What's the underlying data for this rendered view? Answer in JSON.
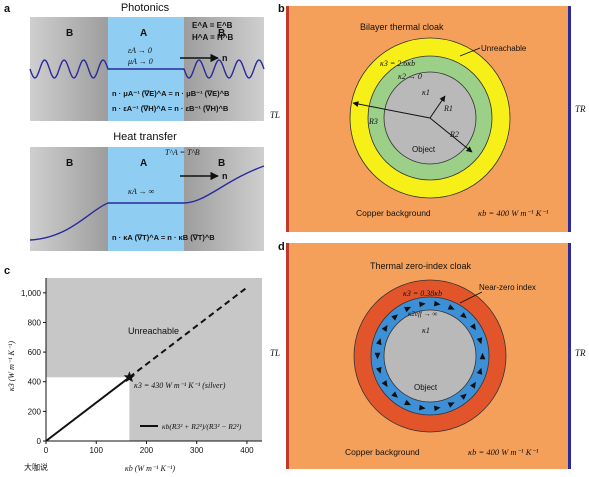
{
  "panel_labels": {
    "a": "a",
    "b": "b",
    "c": "c",
    "d": "d"
  },
  "panel_a": {
    "photonics_title": "Photonics",
    "heat_title": "Heat transfer",
    "region_b": "B",
    "region_a": "A",
    "eq_e": "E^A = E^B",
    "eq_h": "H^A = H^B",
    "eps": "εA → 0",
    "mu": "μA → 0",
    "n_label": "n",
    "bc1": "n · μA⁻¹ (∇E)^A = n · μB⁻¹ (∇E)^B",
    "bc2": "n · εA⁻¹ (∇H)^A = n · εB⁻¹ (∇H)^B",
    "eq_t": "T^A = T^B",
    "kappa_a": "κA → ∞",
    "bc3": "n · κA (∇T)^A = n · κB (∇T)^B"
  },
  "panel_b": {
    "title": "Bilayer thermal cloak",
    "kappa3": "κ3 = 2.6κb",
    "unreachable": "Unreachable",
    "kappa2": "κ2 → 0",
    "kappa1": "κ1",
    "r1": "R1",
    "r2": "R2",
    "r3": "R3",
    "object": "Object",
    "tl": "TL",
    "tr": "TR",
    "background": "Copper background",
    "kb": "κb = 400 W m⁻¹ K⁻¹"
  },
  "panel_c": {
    "ylabel": "κ3 (W m⁻¹ K⁻¹)",
    "xlabel": "κb (W m⁻¹ K⁻¹)",
    "unreachable": "Unreachable",
    "silver": "κ3 = 430 W m⁻¹ K⁻¹ (silver)",
    "legend": "κb(R3² + R2²)/(R3² − R2²)"
  },
  "panel_d": {
    "title": "Thermal zero-index cloak",
    "kappa3": "κ3 = 0.38κb",
    "near_zero": "Near-zero index",
    "kappa2": "κ2eff → ∞",
    "kappa1": "κ1",
    "object": "Object",
    "tl": "TL",
    "tr": "TR",
    "background": "Copper background",
    "kb": "κb = 400 W m⁻¹ K⁻¹"
  },
  "watermark": "大咖说",
  "colors": {
    "orange": "#f5a05a",
    "yellow": "#f7f018",
    "green": "#9ccf88",
    "grey": "#b9b9b9",
    "blue": "#3d8fd6",
    "red_ring": "#e2552a",
    "light_blue": "#8fcdf2",
    "cold_edge": "#2b2b9a",
    "hot_edge": "#c0392b"
  },
  "chart_data": {
    "type": "line",
    "xlabel": "κb (W m⁻¹ K⁻¹)",
    "ylabel": "κ3 (W m⁻¹ K⁻¹)",
    "xlim": [
      0,
      430
    ],
    "ylim": [
      0,
      1100
    ],
    "xticks": [
      0,
      100,
      200,
      300,
      400
    ],
    "yticks": [
      0,
      200,
      400,
      600,
      800,
      1000
    ],
    "ytick_labels": [
      "0",
      "200",
      "400",
      "600",
      "800",
      "1,000"
    ],
    "series": [
      {
        "name": "κb(R3² + R2²)/(R3² − R2²)",
        "x": [
          0,
          166
        ],
        "y": [
          0,
          430
        ],
        "style": "solid"
      },
      {
        "name": "κb(R3² + R2²)/(R3² − R2²)",
        "x": [
          166,
          400
        ],
        "y": [
          430,
          1036
        ],
        "style": "dashed"
      }
    ],
    "marker": {
      "x": 166,
      "y": 430,
      "label": "κ3 = 430 W m⁻¹ K⁻¹ (silver)"
    },
    "region_label": "Unreachable",
    "grid": false
  }
}
